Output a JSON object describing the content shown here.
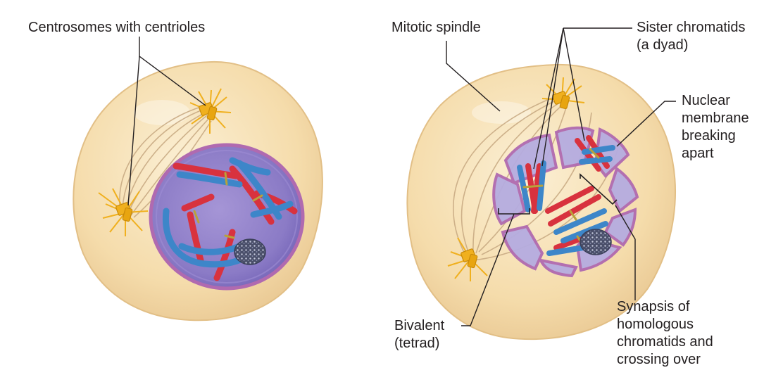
{
  "labels": {
    "centrosomes": "Centrosomes with centrioles",
    "mitotic_spindle": "Mitotic spindle",
    "sister_chromatids": [
      "Sister chromatids",
      "(a dyad)"
    ],
    "nuclear_membrane": [
      "Nuclear",
      "membrane",
      "breaking",
      "apart"
    ],
    "bivalent": [
      "Bivalent",
      "(tetrad)"
    ],
    "synapsis": [
      "Synapsis of",
      "homologous",
      "chromatids and",
      "crossing over"
    ]
  },
  "colors": {
    "cytoplasm": "#f6dfb2",
    "nucleus": "#8f7fc8",
    "nuclear_rim": "#b06ab0",
    "chromosome_red": "#d8323e",
    "chromosome_blue": "#3d86c9",
    "centrosome": "#f0b01e",
    "spindle": "#c9ab84",
    "leader_line": "#231f20"
  }
}
